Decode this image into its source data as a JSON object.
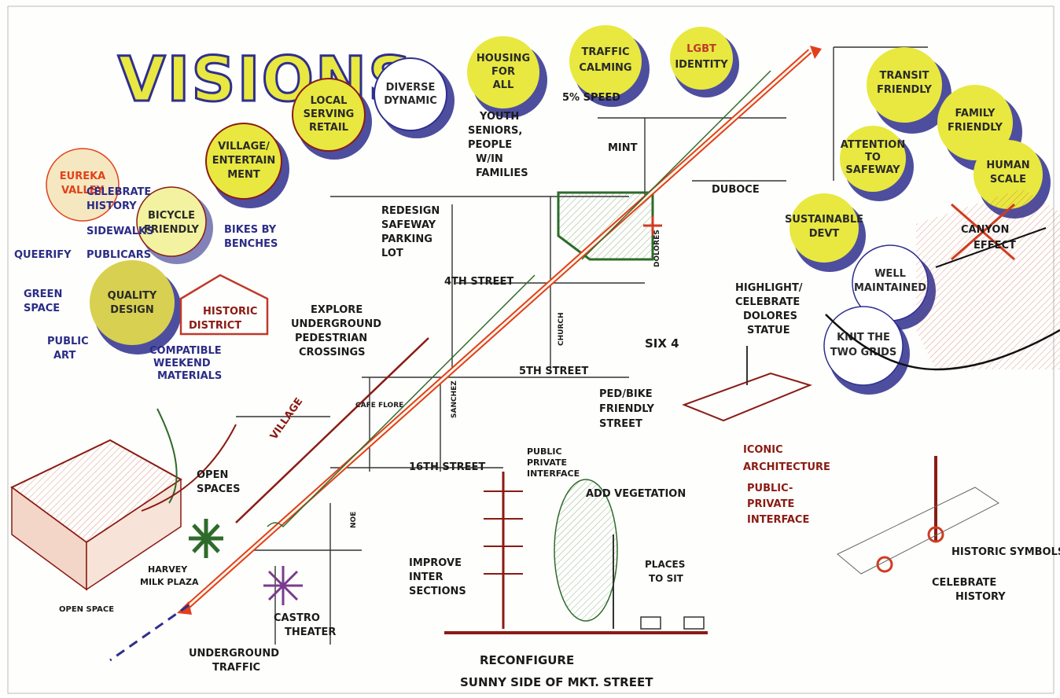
{
  "title": "VISIONS",
  "bubbles": [
    {
      "id": "diverse",
      "lines": [
        "DIVERSE",
        "DYNAMIC"
      ]
    },
    {
      "id": "housing",
      "lines": [
        "HOUSING",
        "FOR",
        "ALL"
      ]
    },
    {
      "id": "traffic",
      "lines": [
        "TRAFFIC",
        "CALMING"
      ]
    },
    {
      "id": "lgbt",
      "lines": [
        "LGBT",
        "IDENTITY"
      ]
    },
    {
      "id": "local",
      "lines": [
        "LOCAL",
        "SERVING",
        "RETAIL"
      ]
    },
    {
      "id": "village",
      "lines": [
        "VILLAGE/",
        "ENTERTAIN",
        "MENT"
      ]
    },
    {
      "id": "bicycle",
      "lines": [
        "BICYCLE",
        "FRIENDLY"
      ]
    },
    {
      "id": "eureka",
      "lines": [
        "EUREKA",
        "VALLEY"
      ]
    },
    {
      "id": "design",
      "lines": [
        "QUALITY",
        "DESIGN"
      ]
    },
    {
      "id": "transit",
      "lines": [
        "TRANSIT",
        "FRIENDLY"
      ]
    },
    {
      "id": "family",
      "lines": [
        "FAMILY",
        "FRIENDLY"
      ]
    },
    {
      "id": "attention",
      "lines": [
        "ATTENTION",
        "TO",
        "SAFEWAY"
      ]
    },
    {
      "id": "human",
      "lines": [
        "HUMAN",
        "SCALE"
      ]
    },
    {
      "id": "sustainable",
      "lines": [
        "SUSTAINABLE",
        "DEVT"
      ]
    },
    {
      "id": "well",
      "lines": [
        "WELL",
        "MAINTAINED"
      ]
    },
    {
      "id": "knit",
      "lines": [
        "KNIT THE",
        "TWO GRIDS"
      ]
    }
  ],
  "labels": {
    "five_percent": "5% SPEED",
    "youth": "YOUTH",
    "seniors": "SENIORS,",
    "people": "PEOPLE",
    "with": "W/IN",
    "families": "FAMILIES",
    "redesign1": "REDESIGN",
    "redesign2": "SAFEWAY",
    "redesign3": "PARKING",
    "redesign4": "LOT",
    "fourth": "4TH STREET",
    "fifth": "5TH STREET",
    "sixteenth": "16TH STREET",
    "explore1": "EXPLORE",
    "explore2": "UNDERGROUND",
    "explore3": "PEDESTRIAN",
    "explore4": "CROSSINGS",
    "celebrate": "CELEBRATE",
    "history": "HISTORY",
    "sidewalks": "SIDEWALKS",
    "public_cars": "PUBLICARS",
    "queer": "QUEERIFY",
    "green": "GREEN",
    "space": "SPACE",
    "public_art1": "PUBLIC",
    "public_art2": "ART",
    "bikes": "BIKES BY",
    "benches": "BENCHES",
    "historic1": "HISTORIC",
    "historic2": "DISTRICT",
    "compatible1": "COMPATIBLE",
    "compatible2": "WEEKEND",
    "compatible3": "MATERIALS",
    "village_label": "VILLAGE",
    "open1": "OPEN",
    "open2": "SPACES",
    "harvey1": "HARVEY",
    "harvey2": "MILK PLAZA",
    "open_small": "OPEN SPACE",
    "castro1": "CASTRO",
    "castro2": "THEATER",
    "underground1": "UNDERGROUND",
    "underground2": "TRAFFIC",
    "improve1": "IMPROVE",
    "improve2": "INTER",
    "improve3": "SECTIONS",
    "public_private1": "PUBLIC",
    "public_private2": "PRIVATE",
    "public_private3": "INTERFACE",
    "add_veg": "ADD VEGETATION",
    "places1": "PLACES",
    "places2": "TO SIT",
    "reconfig1": "RECONFIGURE",
    "reconfig2": "SUNNY SIDE OF MKT. STREET",
    "ped1": "PED/BIKE",
    "ped2": "FRIENDLY",
    "ped3": "STREET",
    "iconic1": "ICONIC",
    "iconic2": "ARCHITECTURE",
    "iconic3": "PUBLIC-",
    "iconic4": "PRIVATE",
    "iconic5": "INTERFACE",
    "highlight1": "HIGHLIGHT/",
    "highlight2": "CELEBRATE",
    "highlight3": "DOLORES",
    "highlight4": "STATUE",
    "six": "SIX 4",
    "duboce": "DUBOCE",
    "church": "CHURCH",
    "dolores": "DOLORES",
    "noe": "NOE",
    "sanchez": "SANCHEZ",
    "cafe": "CAFE FLORE",
    "canyon1": "CANYON",
    "canyon2": "EFFECT",
    "historic_symbols": "HISTORIC SYMBOLS.",
    "celebrate_h1": "CELEBRATE",
    "celebrate_h2": "HISTORY",
    "mint": "MINT"
  },
  "colors": {
    "yellow": "#e8e840",
    "blue": "#2f2f8e",
    "red": "#e0411c",
    "darkred": "#8a1b14",
    "green": "#2e6b2a"
  }
}
